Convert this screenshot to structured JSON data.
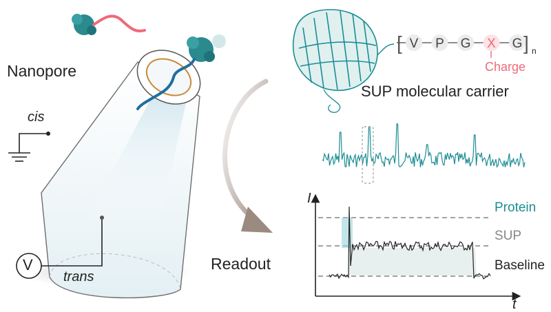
{
  "labels": {
    "nanopore": "Nanopore",
    "cis": "cis",
    "trans": "trans",
    "voltage": "V",
    "readout": "Readout",
    "carrier_highlight": "SUP",
    "carrier_rest": "molecular carrier",
    "charge": "Charge",
    "subscript_n": "n"
  },
  "sequence": {
    "residues": [
      "V",
      "P",
      "G",
      "X",
      "G"
    ],
    "highlight_index": 3
  },
  "plot": {
    "y_axis_label": "I",
    "x_axis_label": "t",
    "levels": [
      "Protein",
      "SUP",
      "Baseline"
    ]
  },
  "colors": {
    "teal": "#1a8c93",
    "pink": "#ee6a78",
    "text": "#222222",
    "grey": "#777777"
  },
  "icons": [
    "protein-blob-icon",
    "voltage-source-icon",
    "ground-icon"
  ]
}
